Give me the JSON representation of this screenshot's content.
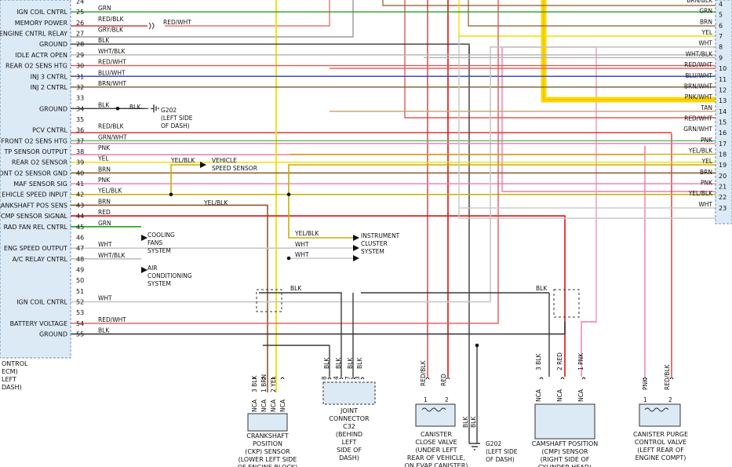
{
  "colors": {
    "GRN": "#22a022",
    "RED/BLK": "#d63a3a",
    "RED/WHT": "#e05a5a",
    "GRY/BLK": "#9a9a9a",
    "BLK": "#3a3a3a",
    "WHT/BLK": "#b4b4b4",
    "BLU/WHT": "#3a4fc0",
    "BRN/WHT": "#7a5a2a",
    "PNK": "#f07ab0",
    "GRN/WHT": "#5cb85c",
    "YEL/BLK": "#c8b000",
    "YEL": "#f0e000",
    "BRN": "#8b5a2b",
    "RED": "#e01010",
    "WHT": "#c8c8c8",
    "TAN": "#c8a06a",
    "PNK/WHT": "#f4a6c8",
    "highlight": "#ffd700",
    "ecm_fill": "#dceaf6",
    "comp_fill": "#dceaf6"
  },
  "ecm": {
    "pins": [
      {
        "num": "24",
        "name": "",
        "wire": "",
        "color": ""
      },
      {
        "num": "25",
        "name": "IGN COIL CNTRL",
        "wire": "GRN",
        "color": "GRN"
      },
      {
        "num": "26",
        "name": "MEMORY POWER",
        "wire": "RED/BLK",
        "color": "RED/BLK"
      },
      {
        "num": "27",
        "name": "ENGINE CNTRL RELAY",
        "wire": "GRY/BLK",
        "color": "GRY/BLK"
      },
      {
        "num": "28",
        "name": "GROUND",
        "wire": "BLK",
        "color": "BLK"
      },
      {
        "num": "29",
        "name": "IDLE ACTR OPEN",
        "wire": "WHT/BLK",
        "color": "WHT/BLK"
      },
      {
        "num": "30",
        "name": "REAR O2 SENS HTG",
        "wire": "RED/WHT",
        "color": "RED/WHT"
      },
      {
        "num": "31",
        "name": "INJ 3 CNTRL",
        "wire": "BLU/WHT",
        "color": "BLU/WHT"
      },
      {
        "num": "32",
        "name": "INJ 2 CNTRL",
        "wire": "BRN/WHT",
        "color": "BRN/WHT"
      },
      {
        "num": "33",
        "name": "",
        "wire": "",
        "color": ""
      },
      {
        "num": "34",
        "name": "GROUND",
        "wire": "BLK",
        "color": "BLK"
      },
      {
        "num": "35",
        "name": "",
        "wire": "",
        "color": ""
      },
      {
        "num": "36",
        "name": "PCV CNTRL",
        "wire": "RED/BLK",
        "color": "RED/BLK"
      },
      {
        "num": "37",
        "name": "FRONT O2 SENS HTG",
        "wire": "GRN/WHT",
        "color": "GRN/WHT"
      },
      {
        "num": "38",
        "name": "TP SENSOR OUTPUT",
        "wire": "PNK",
        "color": "PNK"
      },
      {
        "num": "39",
        "name": "REAR O2 SENSOR",
        "wire": "YEL",
        "color": "YEL"
      },
      {
        "num": "40",
        "name": "ONT O2 SENSOR GND",
        "wire": "BRN",
        "color": "BRN"
      },
      {
        "num": "41",
        "name": "MAF SENSOR SIG",
        "wire": "PNK",
        "color": "PNK"
      },
      {
        "num": "42",
        "name": "EHICLE SPEED INPUT",
        "wire": "YEL/BLK",
        "color": "YEL/BLK"
      },
      {
        "num": "43",
        "name": "RANKSHAFT POS SENS",
        "wire": "BRN",
        "color": "BRN"
      },
      {
        "num": "44",
        "name": "CMP SENSOR SIGNAL",
        "wire": "RED",
        "color": "RED"
      },
      {
        "num": "45",
        "name": "RAD FAN REL CNTRL",
        "wire": "GRN",
        "color": "GRN"
      },
      {
        "num": "46",
        "name": "",
        "wire": "",
        "color": ""
      },
      {
        "num": "47",
        "name": "ENG SPEED OUTPUT",
        "wire": "WHT",
        "color": "WHT"
      },
      {
        "num": "48",
        "name": "A/C RELAY CNTRL",
        "wire": "WHT/BLK",
        "color": "WHT/BLK"
      },
      {
        "num": "49",
        "name": "",
        "wire": "",
        "color": ""
      },
      {
        "num": "50",
        "name": "",
        "wire": "",
        "color": ""
      },
      {
        "num": "51",
        "name": "",
        "wire": "",
        "color": ""
      },
      {
        "num": "52",
        "name": "IGN COIL CNTRL",
        "wire": "WHT",
        "color": "WHT"
      },
      {
        "num": "53",
        "name": "",
        "wire": "",
        "color": ""
      },
      {
        "num": "54",
        "name": "BATTERY VOLTAGE",
        "wire": "RED/WHT",
        "color": "RED/WHT"
      },
      {
        "num": "55",
        "name": "GROUND",
        "wire": "BLK",
        "color": "BLK"
      }
    ],
    "footer": [
      "ONTROL",
      "ECM)",
      "LEFT",
      "DASH)"
    ]
  },
  "right_connector": {
    "pins": [
      {
        "num": "4",
        "wire": "BRN/BLK",
        "color": "BRN"
      },
      {
        "num": "5",
        "wire": "GRN",
        "color": "GRN"
      },
      {
        "num": "6",
        "wire": "BRN",
        "color": "BRN"
      },
      {
        "num": "7",
        "wire": "YEL",
        "color": "YEL"
      },
      {
        "num": "8",
        "wire": "WHT",
        "color": "WHT"
      },
      {
        "num": "9",
        "wire": "WHT/BLK",
        "color": "WHT/BLK"
      },
      {
        "num": "10",
        "wire": "RED/WHT",
        "color": "RED/WHT"
      },
      {
        "num": "11",
        "wire": "BLU/WHT",
        "color": "BLU/WHT"
      },
      {
        "num": "12",
        "wire": "BRN/WHT",
        "color": "BRN/WHT"
      },
      {
        "num": "13",
        "wire": "PNK/WHT",
        "color": "PNK/WHT"
      },
      {
        "num": "14",
        "wire": "TAN",
        "color": "TAN"
      },
      {
        "num": "15",
        "wire": "RED/WHT",
        "color": "RED/WHT"
      },
      {
        "num": "16",
        "wire": "GRN/WHT",
        "color": "GRN/WHT"
      },
      {
        "num": "17",
        "wire": "PNK",
        "color": "PNK"
      },
      {
        "num": "18",
        "wire": "YEL/BLK",
        "color": "YEL/BLK"
      },
      {
        "num": "19",
        "wire": "YEL",
        "color": "YEL"
      },
      {
        "num": "20",
        "wire": "BRN",
        "color": "BRN"
      },
      {
        "num": "21",
        "wire": "PNK",
        "color": "PNK"
      },
      {
        "num": "22",
        "wire": "YEL/BLK",
        "color": "YEL/BLK"
      },
      {
        "num": "23",
        "wire": "WHT",
        "color": "WHT"
      }
    ]
  },
  "labels": {
    "red_wht_26": "RED/WHT",
    "g202_top": [
      "G202",
      "(LEFT SIDE",
      "OF DASH)"
    ],
    "blk_34b": "BLK",
    "vss_wire": "YEL/BLK",
    "vss": [
      "VEHICLE",
      "SPEED SENSOR"
    ],
    "yel_blk_42b": "YEL/BLK",
    "cooling": [
      "COOLING",
      "FANS",
      "SYSTEM"
    ],
    "ic_wire1": "YEL/BLK",
    "ic_wire2": "WHT",
    "ic_wire3": "WHT",
    "instrument": [
      "INSTRUMENT",
      "CLUSTER",
      "SYSTEM"
    ],
    "ac": [
      "AIR",
      "CONDITIONING",
      "SYSTEM"
    ],
    "blk_top1": "BLK",
    "blk_top2": "BLK"
  },
  "components": {
    "ckp": {
      "title": [
        "CRANKSHAFT",
        "POSITION",
        "(CKP) SENSOR",
        "(LOWER LEFT SIDE",
        "OF ENGINE BLOCK)"
      ],
      "pins": [
        "NCA",
        "NCA",
        "NCA",
        "NCA"
      ],
      "wires": [
        "3 BLK",
        "1 BRN",
        "2 YEL",
        ""
      ]
    },
    "jc": {
      "title": [
        "JOINT",
        "CONNECTOR",
        "C32",
        "(BEHIND",
        "LEFT",
        "SIDE OF",
        "DASH)"
      ],
      "wires": [
        "BLK",
        "BLK",
        "BLK",
        "BLK"
      ],
      "pins": [
        "8",
        "4",
        "7",
        "3"
      ]
    },
    "ccv": {
      "title": [
        "CANISTER",
        "CLOSE VALVE",
        "(UNDER LEFT",
        "REAR OF VEHICLE,",
        "ON EVAP CANISTER)"
      ],
      "wires": [
        "RED/BLK",
        "RED"
      ],
      "pins": [
        "1",
        "2"
      ]
    },
    "g202_bottom": {
      "title": [
        "G202",
        "(LEFT SIDE",
        "OF DASH)"
      ],
      "wires": [
        "BLK",
        "BLK"
      ]
    },
    "cmp": {
      "title": [
        "CAMSHAFT POSITION",
        "(CMP) SENSOR",
        "(RIGHT SIDE OF",
        "CYLINDER HEAD)"
      ],
      "pins": [
        "NCA",
        "NCA",
        "NCA"
      ],
      "wires": [
        "3 BLK",
        "2 RED",
        "1 PNK"
      ]
    },
    "cpcv": {
      "title": [
        "CANISTER PURGE",
        "CONTROL VALVE",
        "(LEFT REAR OF",
        "ENGINE COMPT)"
      ],
      "wires": [
        "PNK",
        "RED/BLK"
      ],
      "pins": [
        "1",
        "2"
      ]
    }
  }
}
